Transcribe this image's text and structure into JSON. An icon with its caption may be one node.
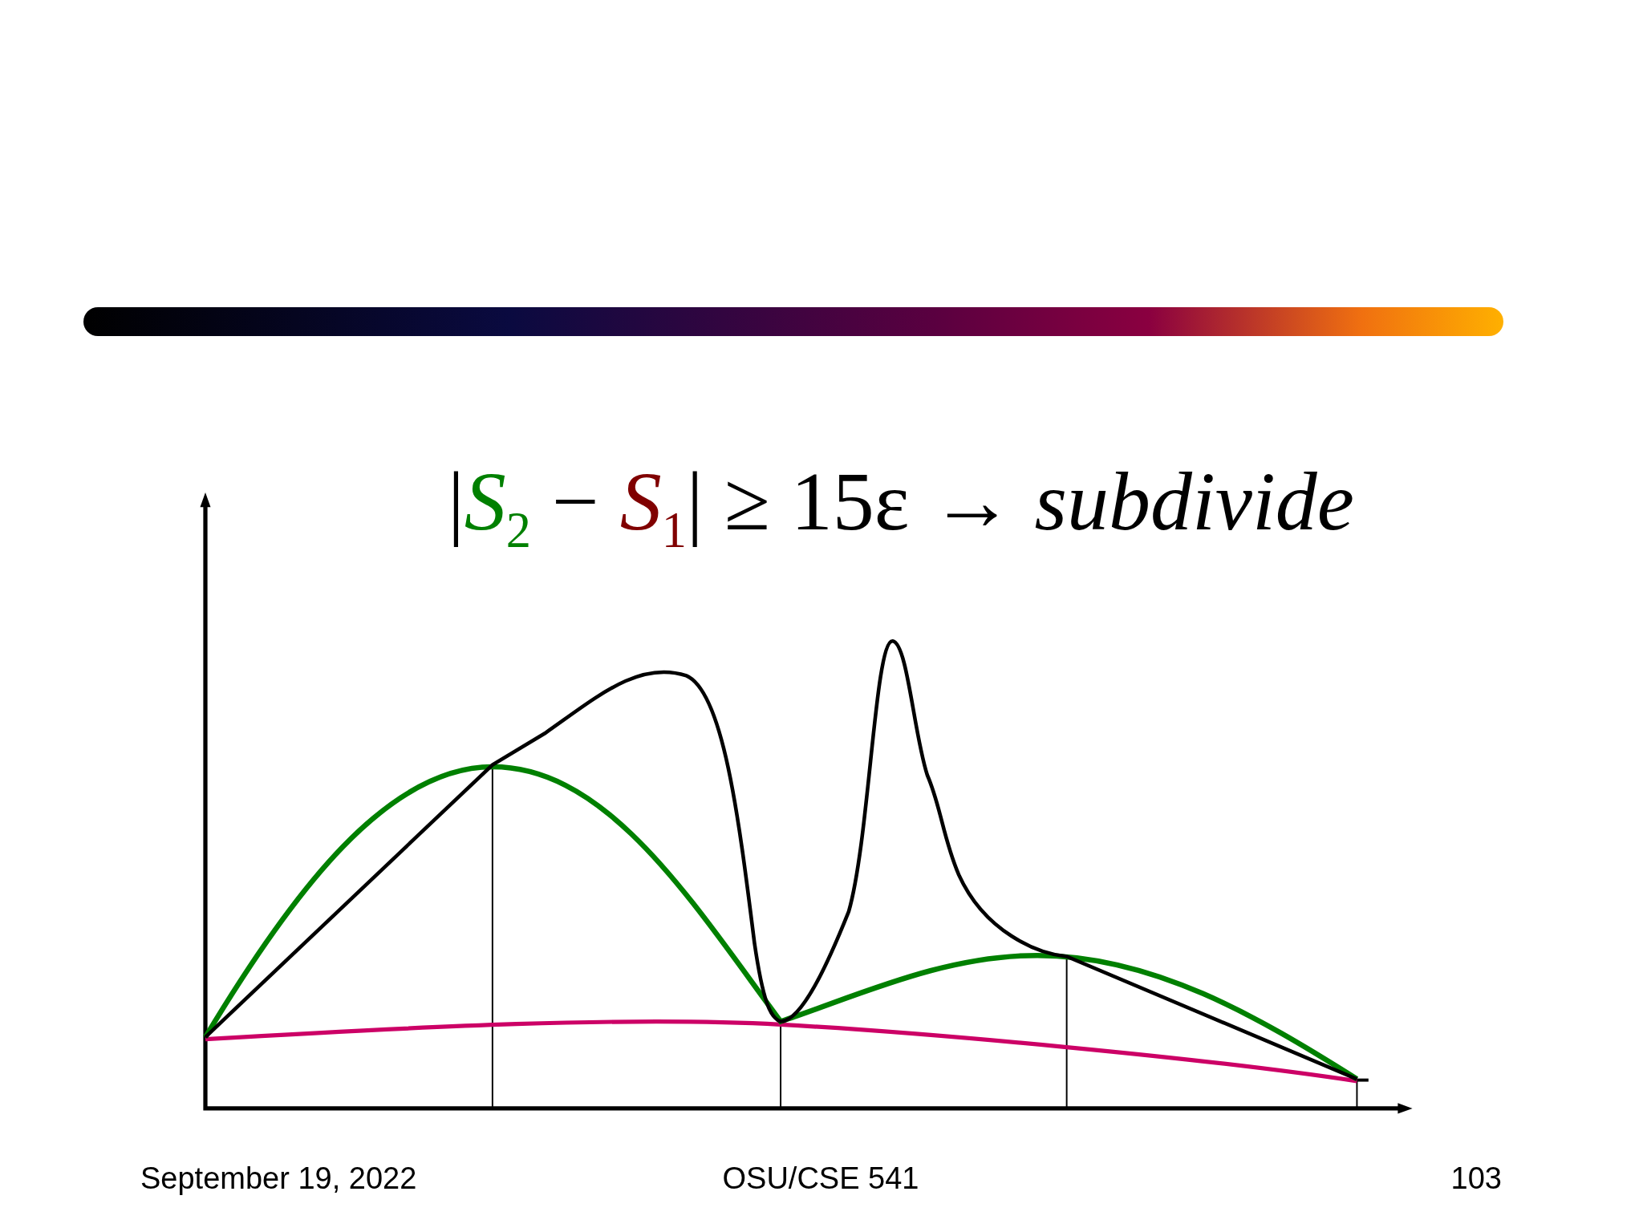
{
  "diagram": {
    "labels": [
      "|*S*$_{2}$ − *S*$_{1}$| ≥ 15ε → *subdivide*",
      "September 19, 2022",
      "OSU/CSE 541",
      "103"
    ]
  }
}
